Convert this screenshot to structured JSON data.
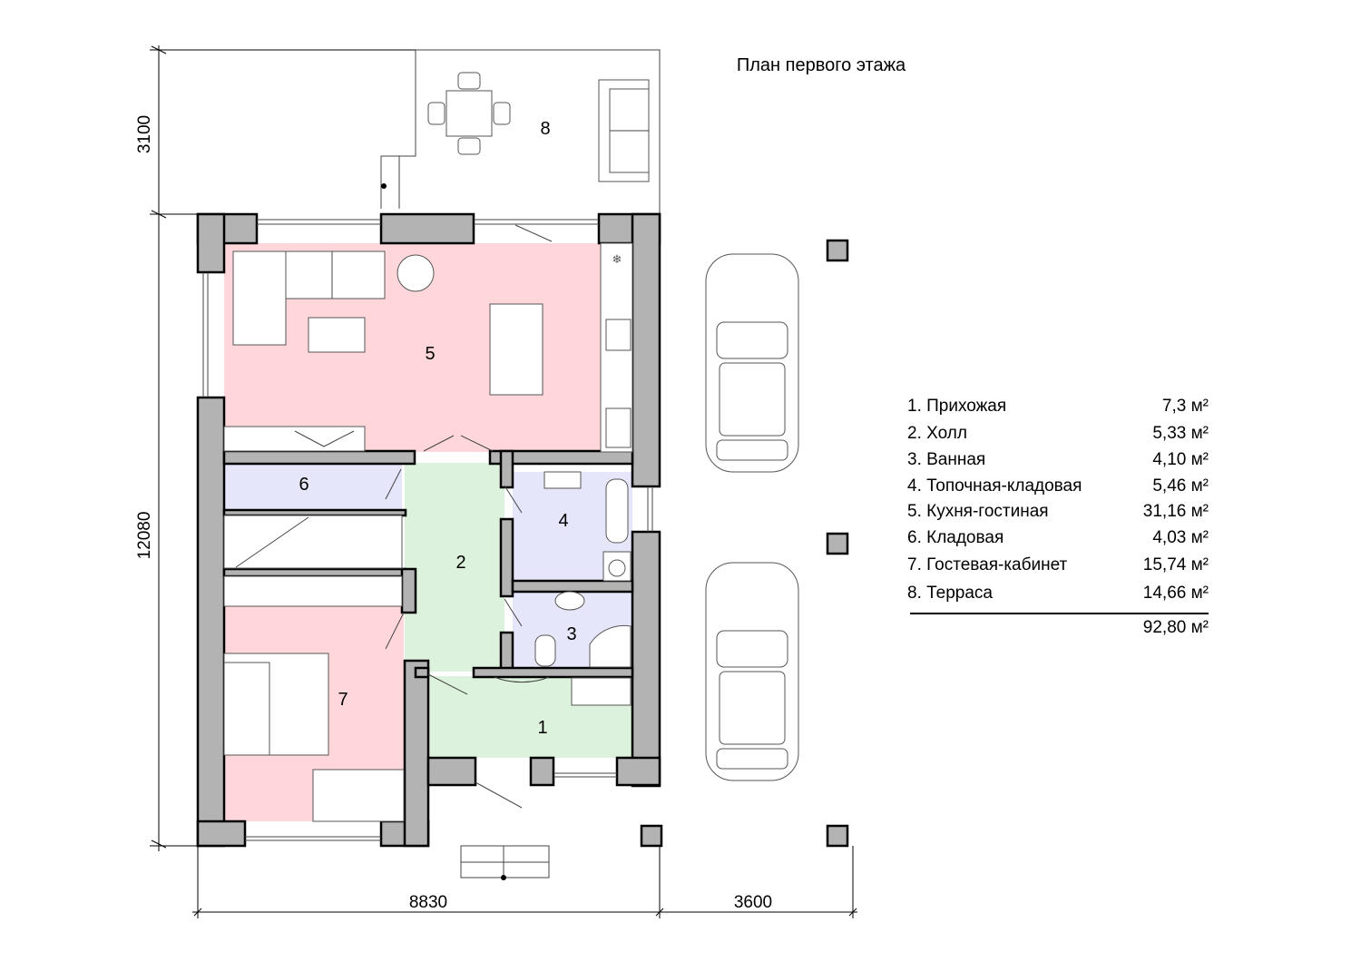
{
  "title": "План первого этажа",
  "colors": {
    "living": "#ffd6da",
    "hall": "#dcf2dc",
    "utility": "#e6e6fa",
    "wall": "#b3b3b3"
  },
  "room_numbers": [
    "1",
    "2",
    "3",
    "4",
    "5",
    "6",
    "7",
    "8"
  ],
  "dimensions": {
    "terrace_depth": "3100",
    "house_depth": "12080",
    "house_width": "8830",
    "parking_width": "3600"
  },
  "legend": {
    "rooms": [
      {
        "name": "1. Прихожая",
        "area": "7,3 м²"
      },
      {
        "name": "2. Холл",
        "area": "5,33 м²"
      },
      {
        "name": "3. Ванная",
        "area": "4,10 м²"
      },
      {
        "name": "4. Топочная-кладовая",
        "area": "5,46 м²"
      },
      {
        "name": "5. Кухня-гостиная",
        "area": "31,16 м²"
      },
      {
        "name": "6. Кладовая",
        "area": "4,03 м²"
      },
      {
        "name": "7. Гостевая-кабинет",
        "area": "15,74 м²"
      },
      {
        "name": "8. Терраса",
        "area": "14,66 м²"
      }
    ],
    "total": "92,80 м²"
  }
}
